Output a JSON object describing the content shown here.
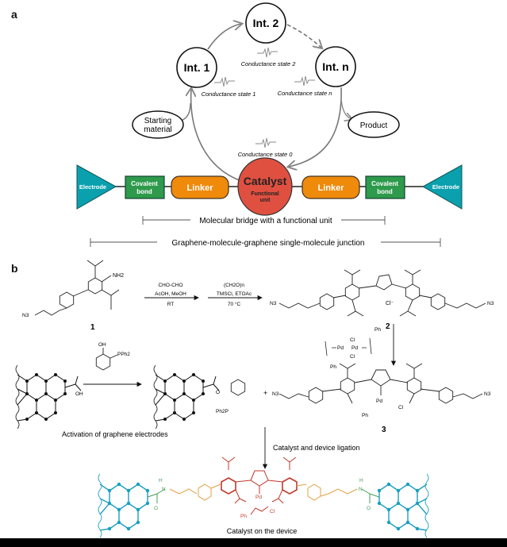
{
  "panel_a": {
    "label": "a",
    "nodes": {
      "int1": "Int. 1",
      "int2": "Int. 2",
      "intn": "Int. n",
      "starting_material_line1": "Starting",
      "starting_material_line2": "material",
      "product": "Product"
    },
    "conductance_states": {
      "state0": "Conductance state 0",
      "state1": "Conductance state 1",
      "state2": "Conductance state 2",
      "staten": "Conductance state n"
    },
    "junction": {
      "electrode_left": "Electrode",
      "electrode_right": "Electrode",
      "covalent_left_line1": "Covalent",
      "covalent_left_line2": "bond",
      "covalent_right_line1": "Covalent",
      "covalent_right_line2": "bond",
      "linker_left": "Linker",
      "linker_right": "Linker",
      "catalyst": "Catalyst",
      "functional_line1": "Functional",
      "functional_line2": "unit"
    },
    "brackets": {
      "molecular_bridge": "Molecular bridge with a functional unit",
      "junction": "Graphene-molecule-graphene single-molecule junction"
    },
    "colors": {
      "electrode": "#0aa0ae",
      "covalent_bond": "#2e9a4c",
      "linker": "#ef8a0b",
      "catalyst": "#e05040"
    }
  },
  "panel_b": {
    "label": "b",
    "compound1": {
      "label": "1",
      "nh2": "NH2",
      "n3": "N3"
    },
    "step1": {
      "top": "CHO-CHO",
      "middle": "AcOH, MeOH",
      "bottom": "RT"
    },
    "step2": {
      "top": "(CH2O)n",
      "middle": "TMSCl, ETOAc",
      "bottom": "70 °C"
    },
    "compound2": {
      "label": "2",
      "counterion": "Cl⁻",
      "n3_left": "N3",
      "n3_right": "N3"
    },
    "pd_dimer": {
      "cl_top": "Cl",
      "cl_bottom": "Cl",
      "pd1": "Pd",
      "pd2": "Pd",
      "ph_top": "Ph",
      "ph_bottom": "Ph"
    },
    "activation": {
      "reagent_oh": "OH",
      "reagent_pph2": "PPh2",
      "acid_oh": "OH",
      "ester_o": "O",
      "ph2p": "Ph2P",
      "caption": "Activation of graphene electrodes",
      "plus": "+"
    },
    "compound3": {
      "label": "3",
      "pd": "Pd",
      "cl": "Cl",
      "ph": "Ph",
      "n3_left": "N3",
      "n3_right": "N3"
    },
    "ligation_step": "Catalyst and device ligation",
    "device": {
      "caption": "Catalyst on the device",
      "pd": "Pd",
      "cl": "Cl",
      "ph": "Ph",
      "nh_left": "H",
      "n_left": "N",
      "o_left": "O",
      "nh_right": "H",
      "n_right": "N",
      "o_right": "O"
    },
    "colors": {
      "graphene": "#1a9fc0",
      "amide": "#4a9a5a",
      "linker": "#e0a040",
      "catalyst": "#c0392b"
    }
  }
}
